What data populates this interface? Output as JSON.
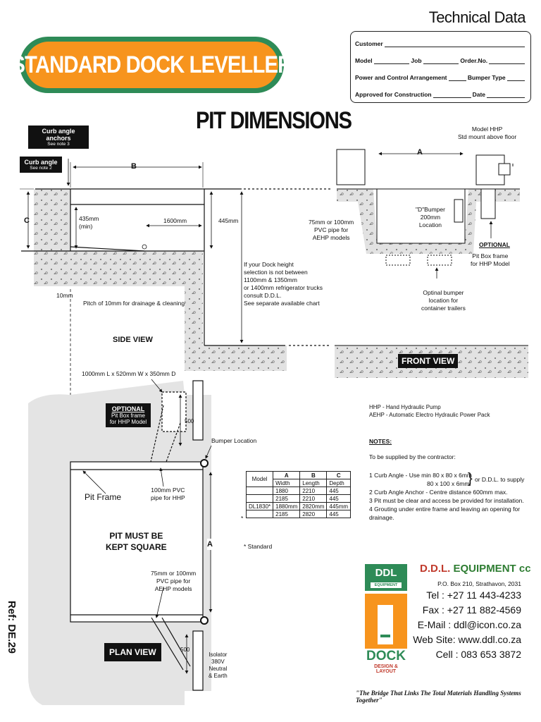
{
  "header": {
    "technical_data": "Technical Data",
    "banner": "STANDARD DOCK LEVELLER",
    "pit_title": "PIT DIMENSIONS"
  },
  "form": {
    "customer": "Customer",
    "model": "Model",
    "job": "Job",
    "order_no": "Order.No.",
    "power": "Power and Control Arrangement",
    "bumper_type": "Bumper Type",
    "approved": "Approved for Construction",
    "date": "Date"
  },
  "side_view": {
    "curb_anchor_tag": "Curb angle anchors",
    "curb_anchor_note": "See note 3",
    "curb_angle_tag": "Curb angle",
    "curb_angle_note": "See note 2",
    "dim_b": "B",
    "dim_c": "C",
    "min_height": "435mm\n(min)",
    "len_1600": "1600mm",
    "depth_445": "445mm",
    "gap_10": "10mm",
    "pitch": "Pitch of 10mm for drainage & cleaning",
    "title": "SIDE VIEW",
    "box_size": "1000mm L x 520mm W x 350mm D",
    "height_note": "If your Dock height\nselection is not between\n1100mm & 1350mm\nor 1400mm refrigerator trucks\nconsult D.D.L.\nSee separate available chart"
  },
  "front_view": {
    "model_hhp": "Model HHP\nStd mount above floor",
    "dim_a": "A",
    "pvc": "75mm or 100mm\nPVC pipe for\nAEHP models",
    "bumper": "\"D\"Bumper\n200mm\nLocation",
    "optional": "OPTIONAL",
    "pit_box": "Pit Box frame\nfor HHP Model",
    "optional_bumper": "Optinal bumper\nlocation for\ncontainer trailers",
    "title": "FRONT VIEW"
  },
  "plan_view": {
    "optional_tag": "OPTIONAL",
    "optional_sub": "Pit Box frame\nfor HHP Model",
    "dim_500a": "500",
    "dim_500b": "500",
    "bumper_location": "Bumper Location",
    "pit_frame": "Pit Frame",
    "pvc_hhp": "100mm PVC\npipe for HHP",
    "square": "PIT MUST BE\nKEPT SQUARE",
    "dim_a": "A",
    "pvc_aehp": "75mm or 100mm\nPVC pipe for\nAEHP models",
    "title": "PLAN VIEW",
    "isolator": "Isolator\n380V\nNeutral\n& Earth"
  },
  "legend": {
    "hhp": "HHP  -  Hand Hydraulic Pump",
    "aehp": "AEHP  -  Automatic Electro Hydraulic Power Pack"
  },
  "table": {
    "headers": [
      "Model",
      "A",
      "B",
      "C"
    ],
    "subheaders": [
      "Width",
      "Length",
      "Depth"
    ],
    "rows": [
      [
        "",
        "1880",
        "2210",
        "445"
      ],
      [
        "",
        "2185",
        "2210",
        "445"
      ],
      [
        "DL1830*",
        "1880mm",
        "2820mm",
        "445mm"
      ],
      [
        "",
        "2185",
        "2820",
        "445"
      ]
    ],
    "row_mark": "*",
    "footnote": "* Standard"
  },
  "notes": {
    "heading": "NOTES:",
    "intro": "To be supplied by the contractor:",
    "n1a": "1  Curb Angle - Use min 80 x 80 x 6mm",
    "n1b": "80 x 100 x 6mm.",
    "n1c": "or D.D.L. to supply",
    "n2": "2  Curb Angle Anchor - Centre distance 600mm max.",
    "n3": "3  Pit must be clear and access be provided for installation.",
    "n4": "4  Grouting under entire frame and leaving an opening for drainage."
  },
  "company": {
    "name_a": "D.D.L.",
    "name_b": " EQUIPMENT cc",
    "address": "P.O. Box 210, Strathavon, 2031",
    "tel": "Tel : +27 11 443-4233",
    "fax": "Fax : +27 11 882-4569",
    "email": "E-Mail :  ddl@icon.co.za",
    "web": "Web Site: www.ddl.co.za",
    "cell": "Cell : 083 653 3872",
    "logo_top": "DDL",
    "logo_eq": "EQUIPMENT",
    "logo_dock": "DOCK",
    "logo_design": "DESIGN & LAYOUT",
    "slogan": "\"The Bridge That Links The Total Materials Handling Systems Together\"",
    "ref": "Ref: DE.29"
  },
  "colors": {
    "orange": "#f7941d",
    "green": "#2e8b57",
    "red": "#c0392b"
  }
}
